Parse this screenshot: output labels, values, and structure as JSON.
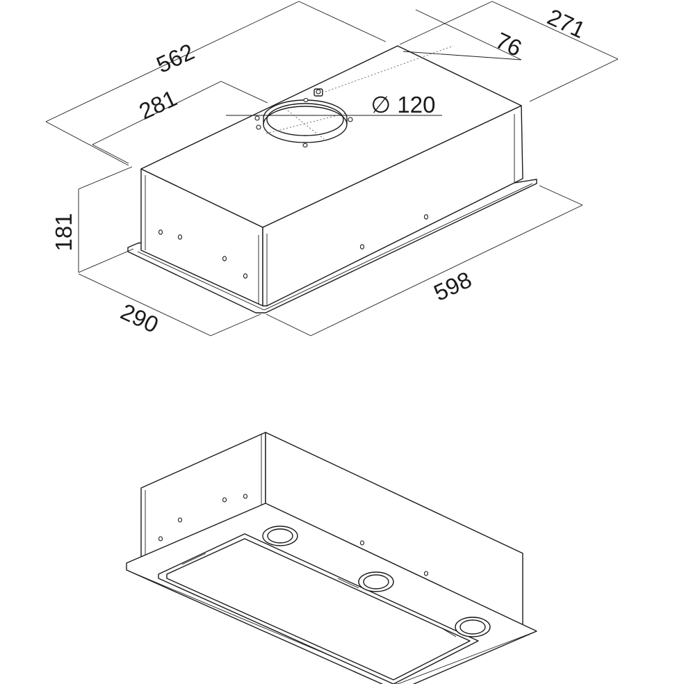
{
  "dimensions": {
    "width_top": "562",
    "half_width": "281",
    "depth_top": "271",
    "outlet_offset": "76",
    "outlet_diameter": "∅ 120",
    "height": "181",
    "frame_depth": "290",
    "frame_width": "598"
  },
  "colors": {
    "line": "#1a1a1a",
    "background": "#ffffff"
  }
}
